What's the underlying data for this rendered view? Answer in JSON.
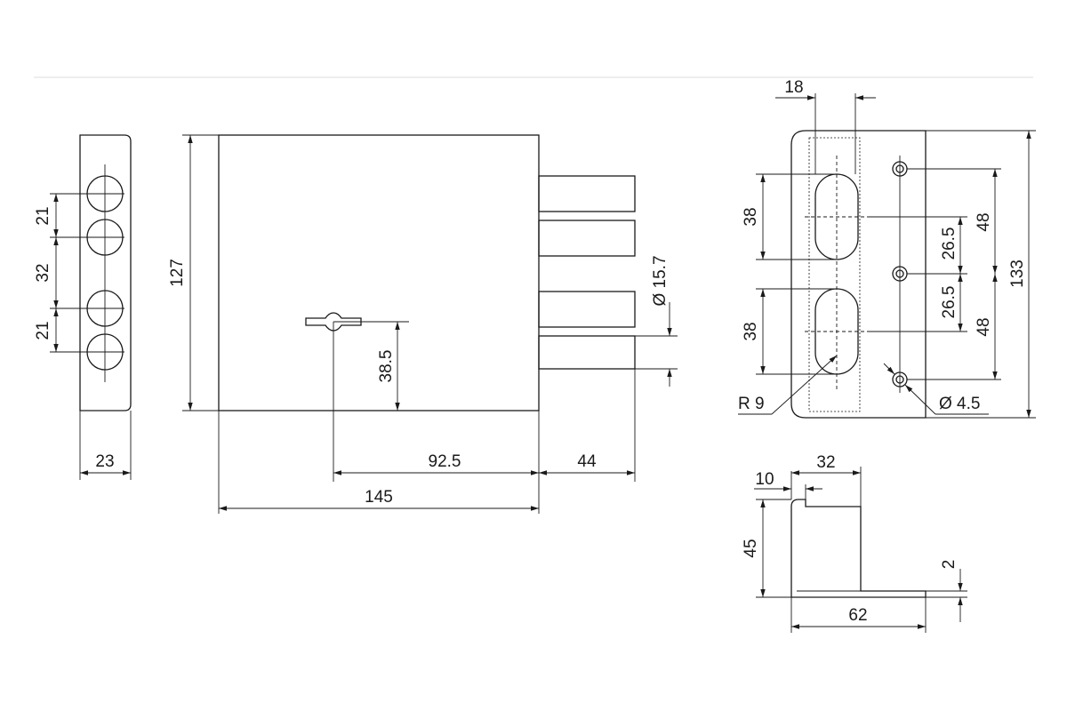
{
  "dimensions": {
    "side_view": {
      "spacing_top": "21",
      "spacing_mid": "32",
      "spacing_bottom": "21",
      "thickness": "23"
    },
    "front_view": {
      "height": "127",
      "width": "145",
      "key_offset_x": "92.5",
      "bolt_throw": "44",
      "bolt_diameter": "Ø 15.7",
      "key_height": "38.5"
    },
    "plate_view": {
      "slot_width": "18",
      "slot_upper": "38",
      "slot_lower": "38",
      "half_upper": "26.5",
      "half_lower": "26.5",
      "hole_upper": "48",
      "hole_lower": "48",
      "height": "133",
      "radius": "R 9",
      "hole_diameter": "Ø 4.5"
    },
    "profile_view": {
      "lip": "10",
      "depth": "32",
      "height": "45",
      "thickness": "2",
      "width": "62"
    }
  },
  "colors": {
    "line": "#1a1a1a",
    "background": "#ffffff"
  }
}
